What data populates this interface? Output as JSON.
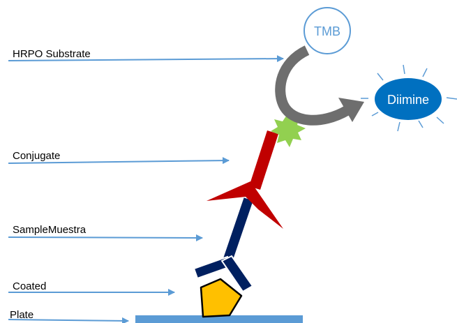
{
  "labels": {
    "hrpo_substrate": "HRPO Substrate",
    "conjugate": "Conjugate",
    "sample": "SampleMuestra",
    "coated": "Coated",
    "plate": "Plate"
  },
  "bubbles": {
    "tmb": "TMB",
    "diimine": "Diimine"
  },
  "colors": {
    "arrow": "#5b9bd5",
    "plate": "#5b9bd5",
    "conjugate": "#c00000",
    "capture_antibody": "#002060",
    "antigen": "#ffc000",
    "enzyme": "#92d050",
    "substrate_arrow": "#6e6e6e",
    "tmb_stroke": "#5b9bd5",
    "diimine_fill": "#0070c0"
  }
}
